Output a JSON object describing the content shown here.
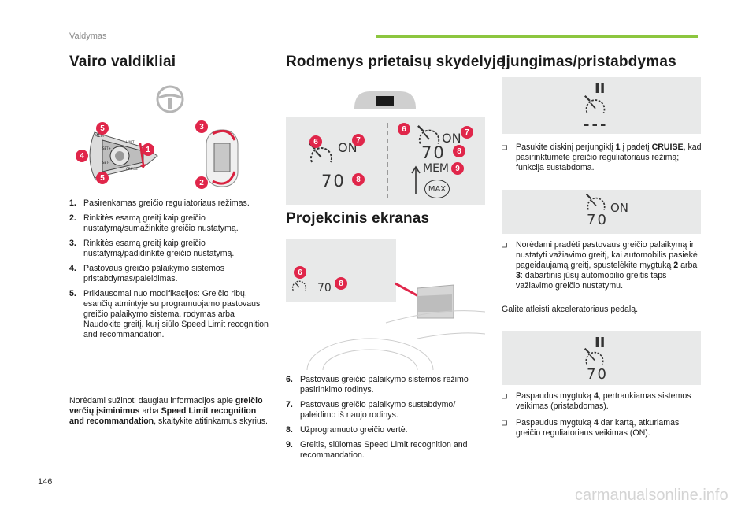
{
  "header": {
    "section": "Valdymas"
  },
  "col1": {
    "title": "Vairo valdikliai",
    "items": [
      {
        "num": "1.",
        "text": "Pasirenkamas greičio reguliatoriaus režimas."
      },
      {
        "num": "2.",
        "text": "Rinkitės esamą greitį kaip greičio nustatymą/sumažinkite greičio nustatymą."
      },
      {
        "num": "3.",
        "text": "Rinkitės esamą greitį kaip greičio nustatymą/padidinkite greičio nustatymą."
      },
      {
        "num": "4.",
        "text": "Pastovaus greičio palaikymo sistemos pristabdymas/paleidimas."
      },
      {
        "num": "5.",
        "text": "Priklausomai nuo modifikacijos: Greičio ribų, esančių atmintyje su programuojamo pastovaus greičio palaikymo sistema, rodymas arba Naudokite greitį, kurį siūlo Speed Limit recognition and recommandation."
      }
    ],
    "info_prefix": "Norėdami sužinoti daugiau informacijos apie ",
    "info_bold1": "greičio verčių įsiminimus",
    "info_mid": " arba ",
    "info_bold2": "Speed Limit recognition and recommandation",
    "info_suffix": ", skaitykite atitinkamus skyrius.",
    "illus_labels": [
      "5",
      "3",
      "1",
      "4",
      "5",
      "2"
    ],
    "stalk_text": {
      "mem": "MEM",
      "limit": "LIMIT",
      "set_plus": "SET+",
      "set_minus": "SET-",
      "cruise": "CRUISE"
    }
  },
  "col2": {
    "title": "Rodmenys prietaisų skydelyje",
    "panel_left": {
      "on": "ON",
      "speed": "70",
      "labels": [
        "6",
        "7",
        "8"
      ]
    },
    "panel_right": {
      "on": "ON",
      "speed": "70",
      "mem": "MEM",
      "max": "MAX",
      "labels": [
        "6",
        "7",
        "8",
        "9"
      ]
    },
    "title2": "Projekcinis ekranas",
    "hud": {
      "speed": "70",
      "labels": [
        "6",
        "8"
      ]
    },
    "items": [
      {
        "num": "6.",
        "text": "Pastovaus greičio palaikymo sistemos režimo pasirinkimo rodinys."
      },
      {
        "num": "7.",
        "text": "Pastovaus greičio palaikymo sustabdymo/ paleidimo iš naujo rodinys."
      },
      {
        "num": "8.",
        "text": "Užprogramuoto greičio vertė."
      },
      {
        "num": "9.",
        "text": "Greitis, siūlomas Speed Limit recognition and recommandation."
      }
    ]
  },
  "col3": {
    "title": "Įjungimas/pristabdymas",
    "panel1": {
      "pause": "II",
      "dashes": "---"
    },
    "bullet1": {
      "pre": "Pasukite diskinį perjungiklį ",
      "b1": "1",
      "mid": " į padėtį ",
      "b2": "CRUISE",
      "post": ", kad pasirinktumėte greičio reguliatoriaus režimą; funkcija sustabdoma."
    },
    "panel2": {
      "on": "ON",
      "speed": "70"
    },
    "bullet2": {
      "pre": "Norėdami pradėti pastovaus greičio palaikymą ir nustatyti važiavimo greitį, kai automobilis pasiekė pageidaujamą greitį, spustelėkite mygtuką ",
      "b1": "2",
      "mid": " arba ",
      "b2": "3",
      "post": ": dabartinis jūsų automobilio greitis taps važiavimo greičio nustatymu."
    },
    "note": "Galite atleisti akceleratoriaus pedalą.",
    "panel3": {
      "pause": "II",
      "speed": "70"
    },
    "bullet3": {
      "pre": "Paspaudus mygtuką ",
      "b1": "4",
      "post": ", pertraukiamas sistemos veikimas (pristabdomas)."
    },
    "bullet4": {
      "pre": "Paspaudus mygtuką ",
      "b1": "4",
      "post": " dar kartą, atkuriamas greičio reguliatoriaus veikimas (ON)."
    },
    "bullet_marker": "❑"
  },
  "footer": {
    "page_number": "146",
    "watermark": "carmanualsonline.info"
  },
  "colors": {
    "accent_green": "#8cc63f",
    "badge_red": "#e0264a",
    "panel_grey": "#e8e9e9"
  },
  "icons": [
    "steering-wheel-icon",
    "speedometer-icon",
    "arrow-icon",
    "pause-icon"
  ]
}
